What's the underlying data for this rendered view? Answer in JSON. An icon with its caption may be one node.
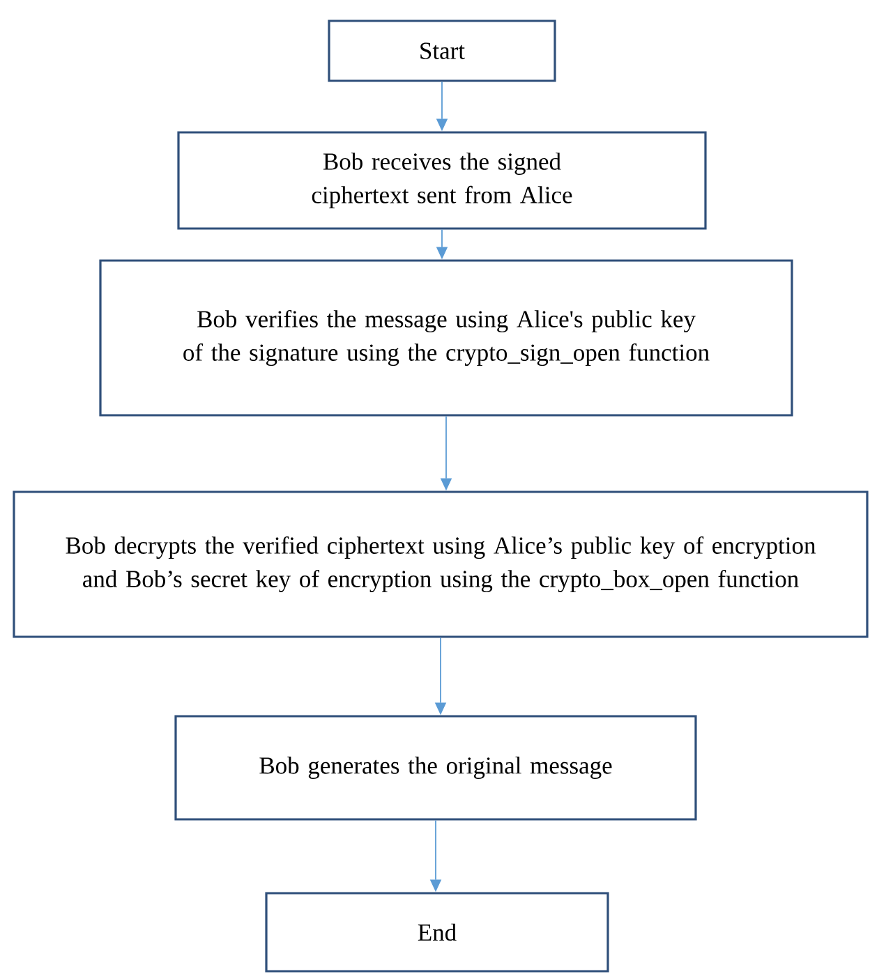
{
  "diagram": {
    "nodes": [
      {
        "text": [
          "Start"
        ]
      },
      {
        "text": [
          "Bob receives the signed ciphertext sent from Alice"
        ]
      },
      {
        "text": [
          "Bob verifies the message using Alice's public key of the signature using the crypto_sign_open function"
        ]
      },
      {
        "text": [
          "Bob decrypts the verified ciphertext using Alice’s public key of encryption and Bob’s secret key of encryption using the crypto_box_open function"
        ]
      },
      {
        "text": [
          "Bob generates the original message"
        ]
      },
      {
        "text": [
          "End"
        ]
      }
    ],
    "edges": [
      {
        "from": 0,
        "to": 1,
        "arrow": "to"
      },
      {
        "from": 1,
        "to": 2,
        "arrow": "to"
      },
      {
        "from": 2,
        "to": 3,
        "arrow": "to"
      },
      {
        "from": 3,
        "to": 4,
        "arrow": "to"
      },
      {
        "from": 4,
        "to": 5,
        "arrow": "to"
      }
    ]
  }
}
